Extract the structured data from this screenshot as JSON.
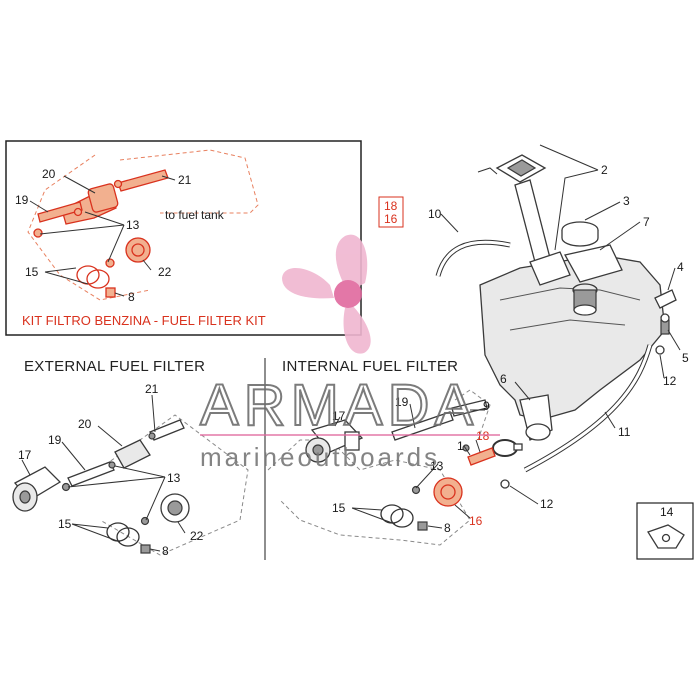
{
  "kit_box": {
    "title": "KIT FILTRO BENZINA - FUEL FILTER KIT",
    "note": "to fuel tank",
    "ref_a": "18",
    "ref_b": "16"
  },
  "sections": {
    "external_title": "EXTERNAL FUEL FILTER",
    "internal_title": "INTERNAL FUEL FILTER"
  },
  "watermark": {
    "brand": "ARMADA",
    "tagline": "marineoutboards",
    "accent": "#e0699e"
  },
  "callouts": {
    "kit_20": "20",
    "kit_21": "21",
    "kit_19": "19",
    "kit_13": "13",
    "kit_15": "15",
    "kit_22": "22",
    "kit_8": "8",
    "ext_21": "21",
    "ext_20": "20",
    "ext_19": "19",
    "ext_17": "17",
    "ext_13": "13",
    "ext_15": "15",
    "ext_22": "22",
    "ext_8": "8",
    "int_19": "19",
    "int_9": "9",
    "int_17": "17",
    "int_18": "18",
    "int_1": "1",
    "int_13": "13",
    "int_15": "15",
    "int_16": "16",
    "int_8": "8",
    "tank_2": "2",
    "tank_3": "3",
    "tank_7": "7",
    "tank_10": "10",
    "tank_4": "4",
    "tank_5": "5",
    "tank_12a": "12",
    "tank_6": "6",
    "tank_11": "11",
    "tank_12b": "12",
    "tank_14": "14"
  },
  "colors": {
    "highlight_red": "#d9321e",
    "line": "#3a3a3a"
  }
}
